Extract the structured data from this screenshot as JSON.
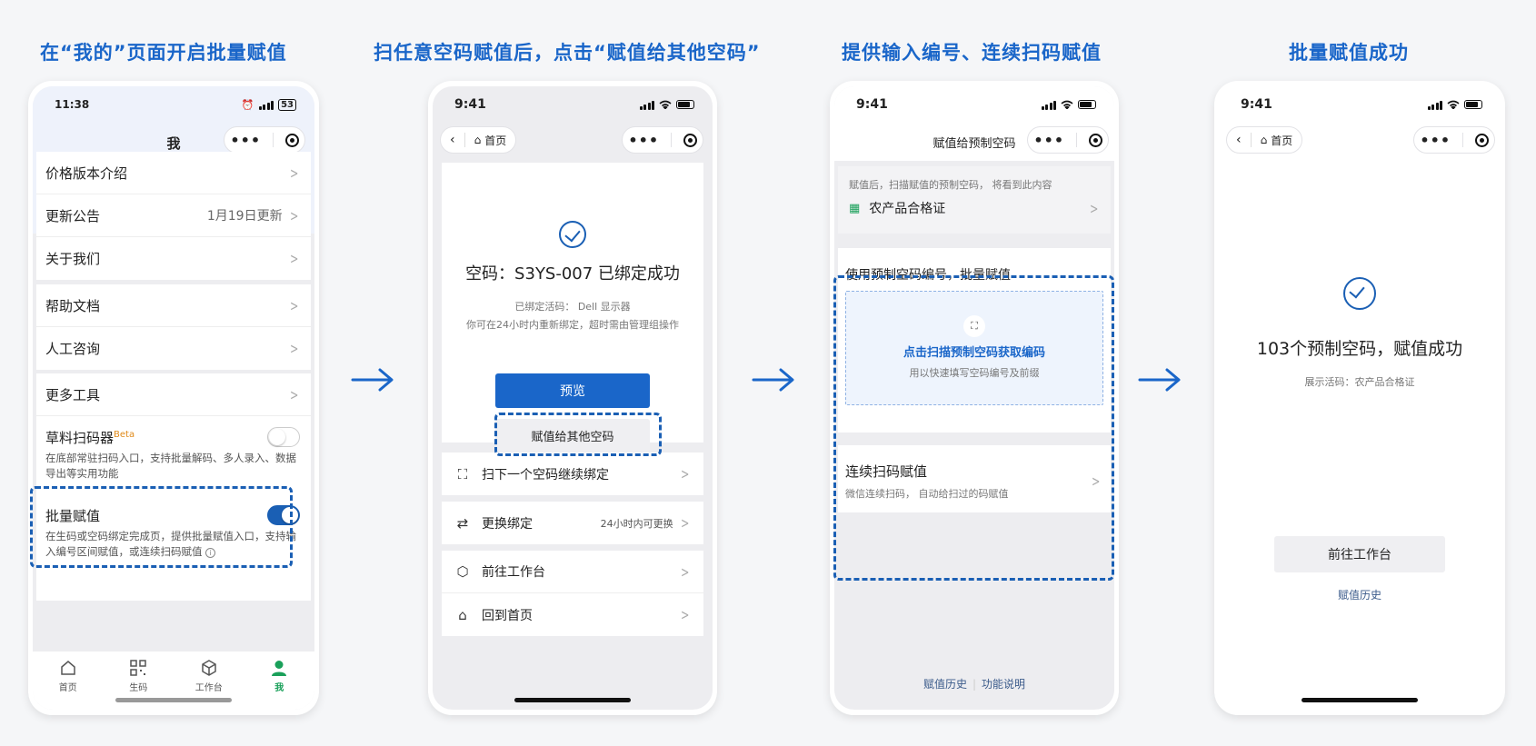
{
  "step_titles": [
    "在“我的”页面开启批量赋值",
    "扫任意空码赋值后，点击“赋值给其他空码”",
    "提供输入编号、连续扫码赋值",
    "批量赋值成功"
  ],
  "accent_color": "#1a66c9",
  "phone1": {
    "time": "11:38",
    "battery": "53",
    "title": "我",
    "menu_a": [
      {
        "label": "价格版本介绍",
        "value": ""
      },
      {
        "label": "更新公告",
        "value": "1月19日更新"
      },
      {
        "label": "关于我们",
        "value": ""
      }
    ],
    "menu_b": [
      {
        "label": "帮助文档"
      },
      {
        "label": "人工咨询"
      }
    ],
    "more_tools": "更多工具",
    "draft_scanner": {
      "label": "草料扫码器",
      "badge": "Beta",
      "desc": "在底部常驻扫码入口，支持批量解码、多人录入、数据导出等实用功能",
      "enabled": false
    },
    "batch_assign": {
      "label": "批量赋值",
      "desc": "在生码或空码绑定完成页，提供批量赋值入口，支持输入编号区间赋值，或连续扫码赋值",
      "enabled": true
    },
    "tabs": [
      {
        "label": "首页",
        "icon": "home-icon"
      },
      {
        "label": "生码",
        "icon": "qr-icon"
      },
      {
        "label": "工作台",
        "icon": "cube-icon"
      },
      {
        "label": "我",
        "icon": "user-icon",
        "active": true
      }
    ]
  },
  "phone2": {
    "time": "9:41",
    "home": "首页",
    "success_title": "空码：S3YS-007 已绑定成功",
    "bound_info": "已绑定活码： Dell 显示器",
    "rebind_note": "你可在24小时内重新绑定，超时需由管理组操作",
    "preview": "预览",
    "assign_others": "赋值给其他空码",
    "rows": [
      {
        "label": "扫下一个空码继续绑定",
        "value": "",
        "icon": "scan-icon"
      },
      {
        "label": "更换绑定",
        "value": "24小时内可更换",
        "icon": "swap-icon"
      },
      {
        "label": "前往工作台",
        "value": "",
        "icon": "cube-icon"
      },
      {
        "label": "回到首页",
        "value": "",
        "icon": "home-icon"
      }
    ]
  },
  "phone3": {
    "time": "9:41",
    "title": "赋值给预制空码",
    "hint": "赋值后，扫描赋值的预制空码， 将看到此内容",
    "content_name": "农产品合格证",
    "section_title": "使用预制空码编号，批量赋值",
    "scan_title": "点击扫描预制空码获取编码",
    "scan_sub": "用以快速填写空码编号及前缀",
    "continuous_title": "连续扫码赋值",
    "continuous_sub": "微信连续扫码， 自动给扫过的码赋值",
    "footer_history": "赋值历史",
    "footer_help": "功能说明"
  },
  "phone4": {
    "time": "9:41",
    "home": "首页",
    "success_title": "103个预制空码，赋值成功",
    "sub": "展示活码：农产品合格证",
    "workbench": "前往工作台",
    "history": "赋值历史"
  }
}
